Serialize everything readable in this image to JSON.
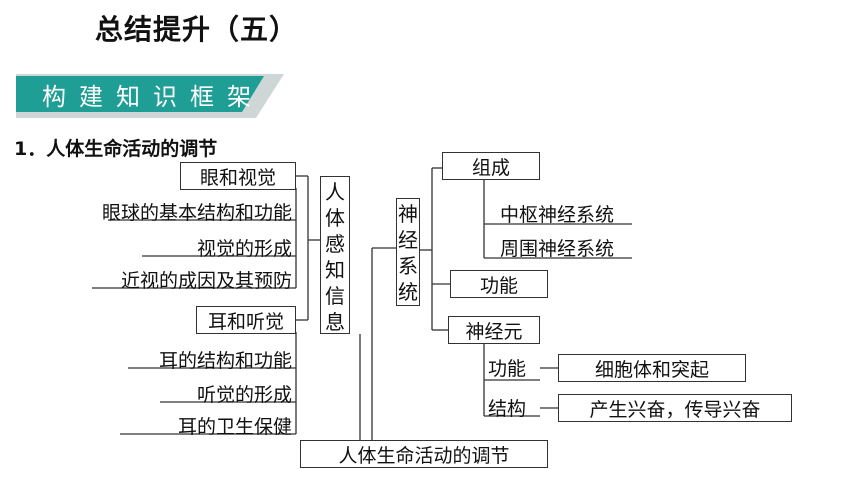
{
  "title": "总结提升（五）",
  "banner": "构建知识框架",
  "heading": "1．人体生命活动的调节",
  "left": {
    "eye_box": "眼和视觉",
    "eye_items": [
      "眼球的基本结构和功能",
      "视觉的形成",
      "近视的成因及其预防"
    ],
    "ear_box": "耳和听觉",
    "ear_items": [
      "耳的结构和功能",
      "听觉的形成",
      "耳的卫生保健"
    ]
  },
  "sense_box": [
    "人",
    "体",
    "感",
    "知",
    "信",
    "息"
  ],
  "nerve_system_box": [
    "神",
    "经",
    "系",
    "统"
  ],
  "right": {
    "composition": "组成",
    "central": "中枢神经系统",
    "peripheral": "周围神经系统",
    "function": "功能",
    "neuron": "神经元",
    "neuron_function": "功能",
    "neuron_function_value": "细胞体和突起",
    "neuron_structure": "结构",
    "neuron_structure_value": "产生兴奋，传导兴奋"
  },
  "bottom_box": "人体生命活动的调节",
  "colors": {
    "banner": "#1f9e96",
    "banner_light": "#cfd6d6",
    "line": "#333333"
  }
}
